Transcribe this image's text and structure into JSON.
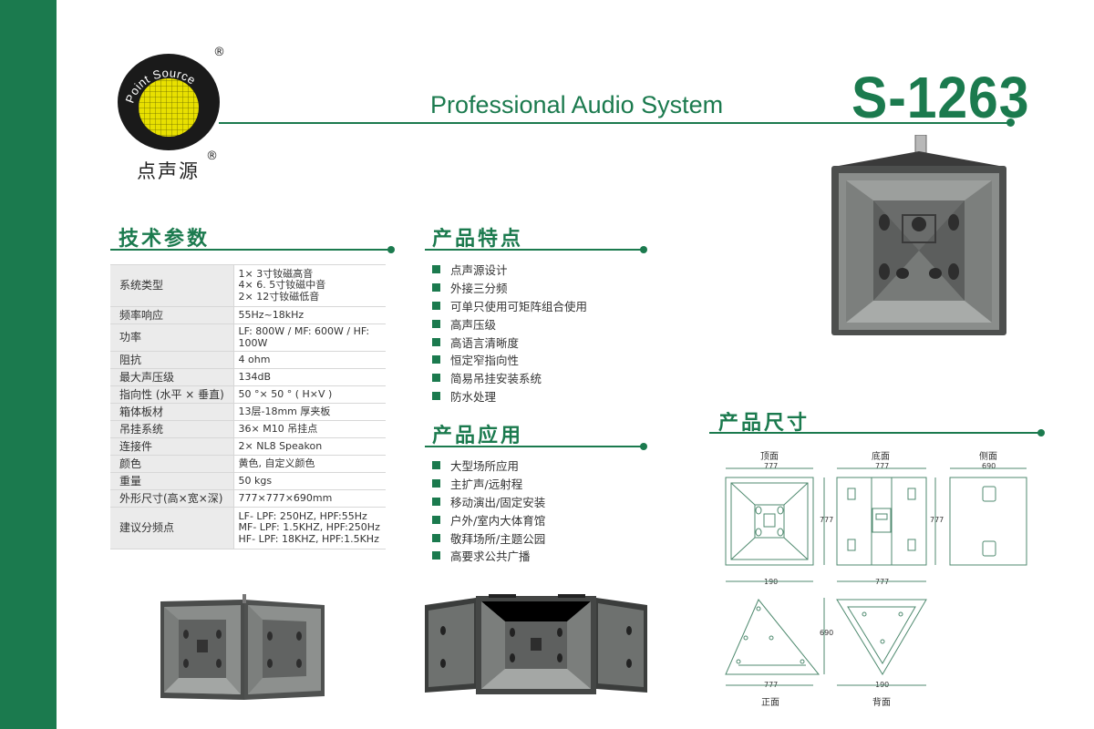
{
  "brand": {
    "logo_text": "Point Source",
    "chinese_name": "点声源",
    "registered_mark": "®"
  },
  "header": {
    "subtitle": "Professional Audio System",
    "model": "S-1263"
  },
  "sections": {
    "specs_title": "技术参数",
    "features_title": "产品特点",
    "applications_title": "产品应用",
    "dimensions_title": "产品尺寸"
  },
  "specs": [
    {
      "label": "系统类型",
      "lines": [
        "1×  3寸钕磁高音",
        "4×  6. 5寸钕磁中音",
        "2×  12寸钕磁低音"
      ]
    },
    {
      "label": "频率响应",
      "lines": [
        "55Hz~18kHz"
      ]
    },
    {
      "label": "功率",
      "lines": [
        "LF: 800W / MF: 600W / HF: 100W"
      ]
    },
    {
      "label": "阻抗",
      "lines": [
        "4 ohm"
      ]
    },
    {
      "label": "最大声压级",
      "lines": [
        "134dB"
      ]
    },
    {
      "label": "指向性 (水平 × 垂直)",
      "lines": [
        "50 °× 50 ° ( H×V )"
      ]
    },
    {
      "label": "箱体板材",
      "lines": [
        "13层-18mm 厚夹板"
      ]
    },
    {
      "label": "吊挂系统",
      "lines": [
        "36×  M10 吊挂点"
      ]
    },
    {
      "label": "连接件",
      "lines": [
        "2× NL8 Speakon"
      ]
    },
    {
      "label": "颜色",
      "lines": [
        "黄色, 自定义颜色"
      ]
    },
    {
      "label": "重量",
      "lines": [
        "50 kgs"
      ]
    },
    {
      "label": "外形尺寸(高×宽×深)",
      "lines": [
        "777×777×690mm"
      ]
    },
    {
      "label": "建议分频点",
      "lines": [
        "LF- LPF: 250HZ, HPF:55Hz",
        "MF- LPF: 1.5KHZ,  HPF:250Hz",
        "HF- LPF: 18KHZ,  HPF:1.5KHz"
      ]
    }
  ],
  "features": [
    "点声源设计",
    "外接三分频",
    "可单只使用可矩阵组合使用",
    "高声压级",
    "高语言清晰度",
    "恒定窄指向性",
    "简易吊挂安装系统",
    "防水处理"
  ],
  "applications": [
    "大型场所应用",
    "主扩声/远射程",
    "移动演出/固定安装",
    "户外/室内大体育馆",
    "敬拜场所/主题公园",
    "高要求公共广播"
  ],
  "dimensions": {
    "views": {
      "top": "顶面",
      "bottom": "底面",
      "side": "侧面",
      "front": "正面",
      "back": "背面"
    },
    "values": {
      "width": "777",
      "height": "777",
      "depth": "690",
      "small": "190"
    }
  },
  "colors": {
    "brand_green": "#1b7a4e",
    "logo_yellow": "#e8e000",
    "speaker_grey": "#8a8d8b"
  }
}
